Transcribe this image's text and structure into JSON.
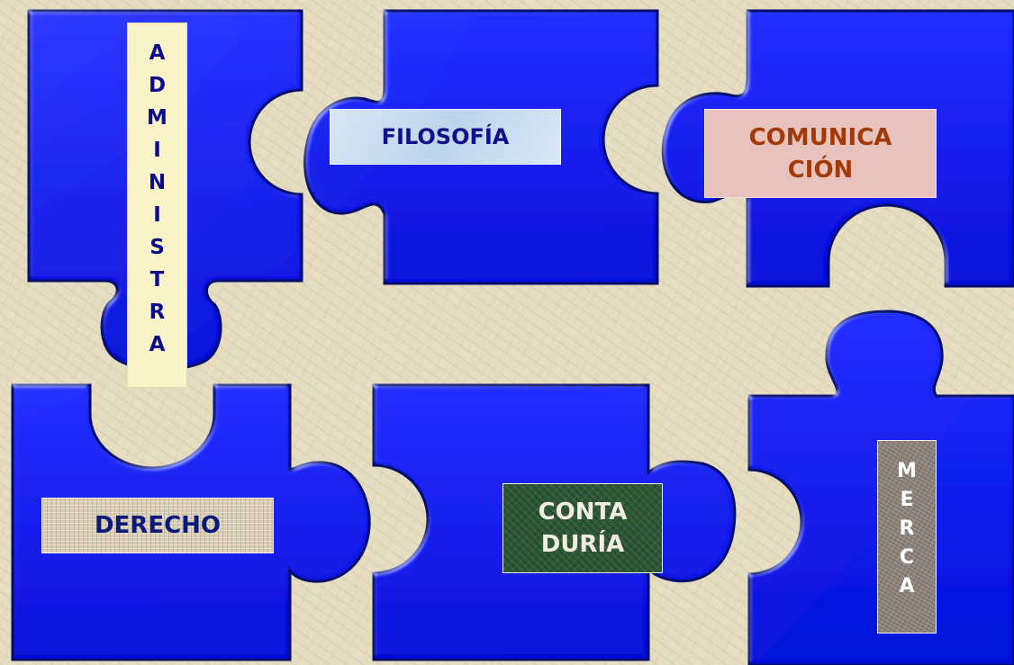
{
  "colors": {
    "piece_fill": "#0a10ee",
    "piece_edge": "#000a6a",
    "background": "#e6dcc0"
  },
  "pieces": [
    {
      "name": "ADMINISTRA",
      "letters": [
        "A",
        "D",
        "M",
        "I",
        "N",
        "I",
        "S",
        "T",
        "R",
        "A"
      ]
    },
    {
      "name": "FILOSOFÍA",
      "lines": [
        "FILOSOFÍA"
      ]
    },
    {
      "name": "COMUNICACIÓN",
      "lines": [
        "COMUNICA",
        "CIÓN"
      ]
    },
    {
      "name": "DERECHO",
      "lines": [
        "DERECHO"
      ]
    },
    {
      "name": "CONTADURÍA",
      "lines": [
        "CONTA",
        "DURÍA"
      ]
    },
    {
      "name": "MERCA",
      "letters": [
        "M",
        "E",
        "R",
        "C",
        "A"
      ]
    }
  ]
}
